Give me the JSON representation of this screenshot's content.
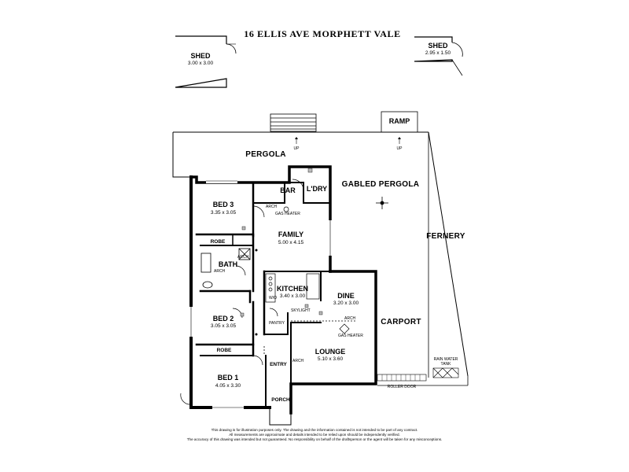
{
  "title": "16 ELLIS AVE MORPHETT VALE",
  "rooms": {
    "shed_left": {
      "name": "SHED",
      "size": "3.00 x 3.00"
    },
    "shed_right": {
      "name": "SHED",
      "size": "2.95 x 1.50"
    },
    "ramp": "RAMP",
    "pergola": "PERGOLA",
    "gabled_pergola": "GABLED PERGOLA",
    "laundry": "L'DRY",
    "bar": "BAR",
    "bed3": {
      "name": "BED 3",
      "size": "3.35 x 3.05"
    },
    "family": {
      "name": "FAMILY",
      "size": "5.00 x 4.15"
    },
    "robe_top": "ROBE",
    "bath": "BATH",
    "kitchen": {
      "name": "KITCHEN",
      "size": "3.40 x 3.00"
    },
    "dine": {
      "name": "DINE",
      "size": "3.20 x 3.00"
    },
    "bed2": {
      "name": "BED 2",
      "size": "3.05 x 3.05"
    },
    "pantry": "PANTRY",
    "skylight": "SKYLIGHT",
    "robe_bottom": "ROBE",
    "lounge": {
      "name": "LOUNGE",
      "size": "5.10 x 3.60"
    },
    "bed1": {
      "name": "BED 1",
      "size": "4.05 x 3.30"
    },
    "entry": "ENTRY",
    "porch": "PORCH",
    "carport": "CARPORT",
    "fernery": "FERNERY",
    "rainwater_tank": [
      "RAIN WATER",
      "TANK"
    ],
    "roller_door": "ROLLER DOOR"
  },
  "annotations": {
    "up": "UP",
    "arch": "ARCH",
    "gas_heater": "GAS HEATER",
    "wo": "W/O"
  },
  "disclaimer": [
    "This drawing is for illustration purposes only. The drawing and the information contained is not intended to be part of any contract.",
    "All measurements are approximate and details intended to be relied upon should be independently verified.",
    "The accuracy of this drawing was intended but not guaranteed. No responsibility on behalf of the draftsperson or the agent will be taken for any misconceptions."
  ]
}
